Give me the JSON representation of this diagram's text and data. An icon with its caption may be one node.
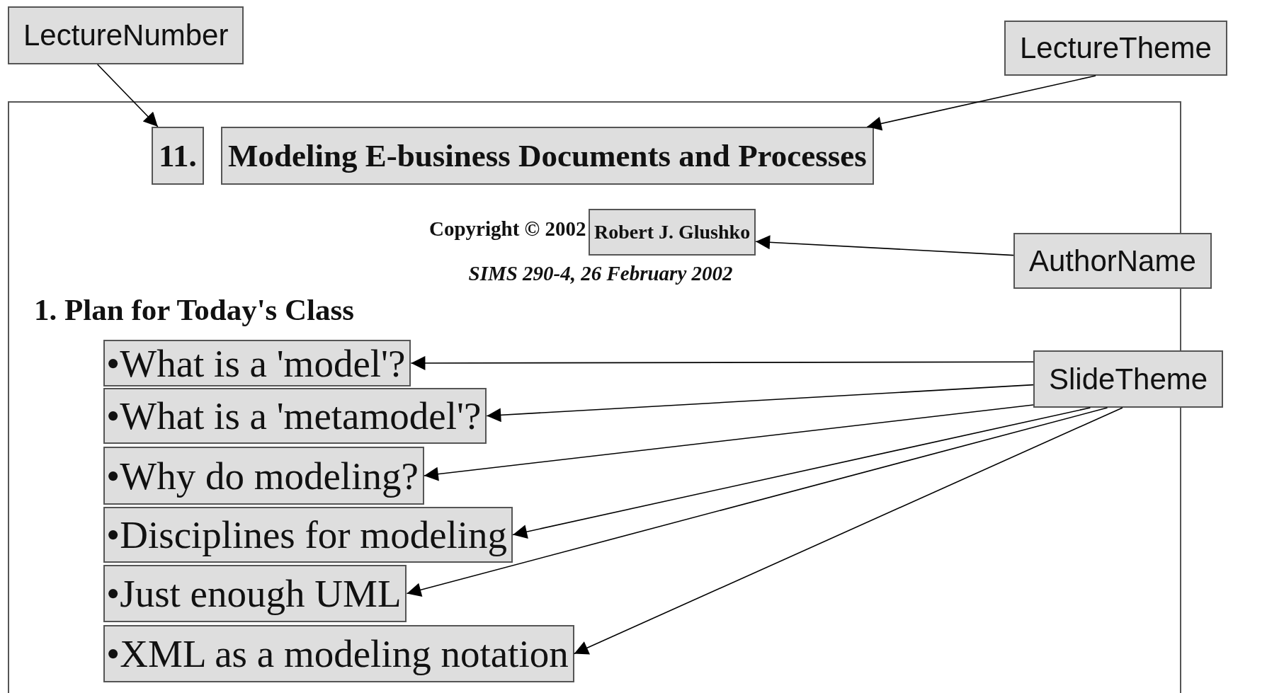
{
  "diagram": {
    "nodes": [
      {
        "text": [
          "LectureNumber"
        ]
      },
      {
        "text": [
          "LectureTheme"
        ]
      },
      {
        "text": [
          "Copyright © 2002",
          "SIMS 290-4, 26 February 2002",
          "1. Plan for Today's Class"
        ]
      },
      {
        "text": [
          "11."
        ],
        "in": 2
      },
      {
        "text": [
          "Modeling E-business Documents and Processes"
        ],
        "in": 2
      },
      {
        "text": [
          "Robert J. Glushko"
        ],
        "in": 2
      },
      {
        "text": [
          "AuthorName"
        ]
      },
      {
        "text": [
          "SlideTheme"
        ]
      },
      {
        "text": [
          "•What is a 'model'?"
        ],
        "in": 2
      },
      {
        "text": [
          "•What is a 'metamodel'?"
        ],
        "in": 2
      },
      {
        "text": [
          "•Why do modeling?"
        ],
        "in": 2
      },
      {
        "text": [
          "•Disciplines for modeling"
        ],
        "in": 2
      },
      {
        "text": [
          "•Just enough UML"
        ],
        "in": 2
      },
      {
        "text": [
          "•XML as a modeling notation"
        ],
        "in": 2
      }
    ],
    "edges": [
      {
        "from": 0,
        "to": 3,
        "arrow": "to"
      },
      {
        "from": 1,
        "to": 4,
        "arrow": "to"
      },
      {
        "from": 6,
        "to": 5,
        "arrow": "to"
      },
      {
        "from": 7,
        "to": 8,
        "arrow": "to"
      },
      {
        "from": 7,
        "to": 9,
        "arrow": "to"
      },
      {
        "from": 7,
        "to": 10,
        "arrow": "to"
      },
      {
        "from": 7,
        "to": 11,
        "arrow": "to"
      },
      {
        "from": 7,
        "to": 12,
        "arrow": "to"
      },
      {
        "from": 7,
        "to": 13,
        "arrow": "to"
      }
    ]
  }
}
